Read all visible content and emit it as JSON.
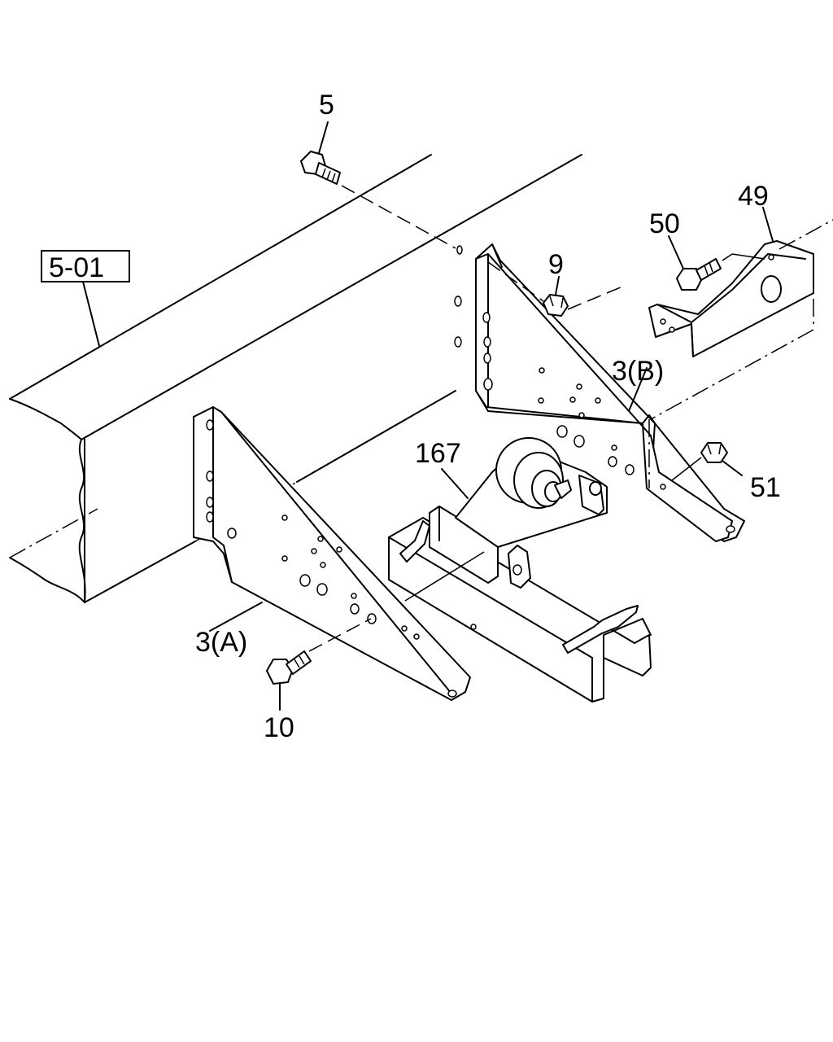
{
  "diagram": {
    "reference_box": "5-01",
    "callouts": {
      "bolt_top": "5",
      "nut_top": "9",
      "bracket_b": "3(B)",
      "bracket_a": "3(A)",
      "bolt_bottom": "10",
      "spare_tire_carrier": "167",
      "bolt_right": "50",
      "bracket_right": "49",
      "nut_right": "51"
    }
  }
}
